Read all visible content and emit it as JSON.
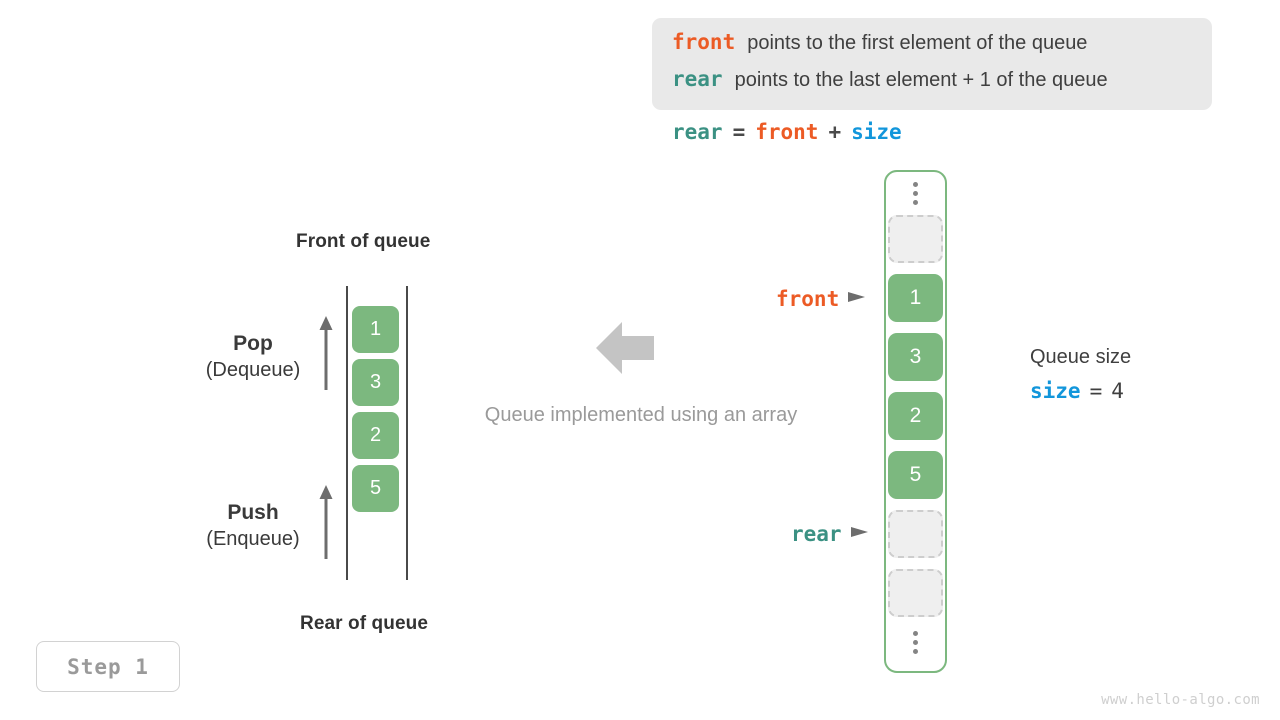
{
  "legend": {
    "lines": [
      {
        "keyword": "front",
        "text": "points to the first element of the queue",
        "color": "#ec5b25"
      },
      {
        "keyword": "rear",
        "text": "points to the last element + 1 of the queue",
        "color": "#3b9183"
      }
    ]
  },
  "formula": {
    "lhs": "rear",
    "eq": "=",
    "rhs1": "front",
    "plus": "+",
    "rhs2": "size"
  },
  "stack": {
    "front_label": "Front of queue",
    "rear_label": "Rear of queue",
    "cells": [
      "1",
      "3",
      "2",
      "5"
    ],
    "pop": {
      "title": "Pop",
      "sub": "(Dequeue)"
    },
    "push": {
      "title": "Push",
      "sub": "(Enqueue)"
    }
  },
  "center": {
    "caption": "Queue implemented using an array",
    "arrow": "left-arrow-icon"
  },
  "array": {
    "top_ellipsis": "vertical-dots",
    "bottom_ellipsis": "vertical-dots",
    "cells": [
      {
        "type": "empty",
        "value": ""
      },
      {
        "type": "filled",
        "value": "1"
      },
      {
        "type": "filled",
        "value": "3"
      },
      {
        "type": "filled",
        "value": "2"
      },
      {
        "type": "filled",
        "value": "5"
      },
      {
        "type": "empty",
        "value": ""
      },
      {
        "type": "empty",
        "value": ""
      }
    ],
    "pointers": [
      {
        "name": "front",
        "color": "#ec5b25"
      },
      {
        "name": "rear",
        "color": "#3b9183"
      }
    ]
  },
  "size_info": {
    "title": "Queue size",
    "var": "size",
    "eq": "=",
    "value": "4"
  },
  "step": {
    "label": "Step 1"
  },
  "watermark": {
    "text": "www.hello-algo.com"
  },
  "colors": {
    "green": "#7cb87f",
    "orange": "#ec5b25",
    "teal": "#3b9183",
    "blue": "#1296db",
    "gray_text": "#9a9a9a",
    "legend_bg": "#e9e9e9"
  }
}
